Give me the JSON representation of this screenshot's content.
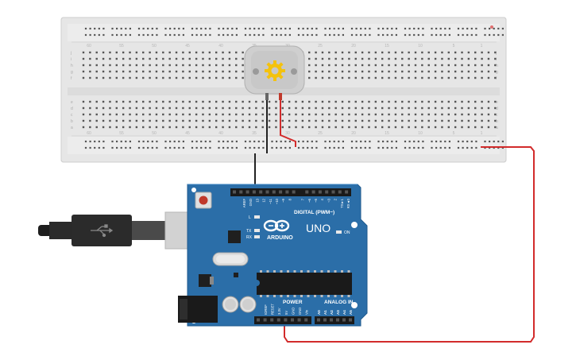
{
  "breadboard": {
    "row_letters_top": [
      "j",
      "i",
      "h",
      "g",
      "f"
    ],
    "row_letters_bottom": [
      "e",
      "d",
      "c",
      "b",
      "a"
    ],
    "column_numbers": [
      "60",
      "55",
      "50",
      "45",
      "40",
      "35",
      "30",
      "25",
      "20",
      "15",
      "10",
      "5",
      "1"
    ]
  },
  "motor": {
    "name": "DC Motor"
  },
  "arduino": {
    "brand": "ARDUINO",
    "model": "UNO",
    "digital_label": "DIGITAL (PWM~)",
    "power_label": "POWER",
    "analog_label": "ANALOG IN",
    "on_label": "ON",
    "l_label": "L",
    "tx_label": "TX",
    "rx_label": "RX",
    "top_header_pins": [
      "AREF",
      "GND",
      "13",
      "12",
      "~11",
      "~10",
      "~9",
      "8",
      "7",
      "~6",
      "~5",
      "4",
      "~3",
      "2",
      "TX►1",
      "RX◄0"
    ],
    "power_pins": [
      "IOREF",
      "RESET",
      "3.3V",
      "5V",
      "GND",
      "GND",
      "Vin"
    ],
    "analog_pins": [
      "A0",
      "A1",
      "A2",
      "A3",
      "A4",
      "A5"
    ]
  },
  "colors": {
    "breadboard": "#e6e6e6",
    "arduino_board": "#2b6ea8",
    "wire_red": "#d22b2b",
    "wire_black": "#222222",
    "motor_gear": "#f4c20d"
  }
}
